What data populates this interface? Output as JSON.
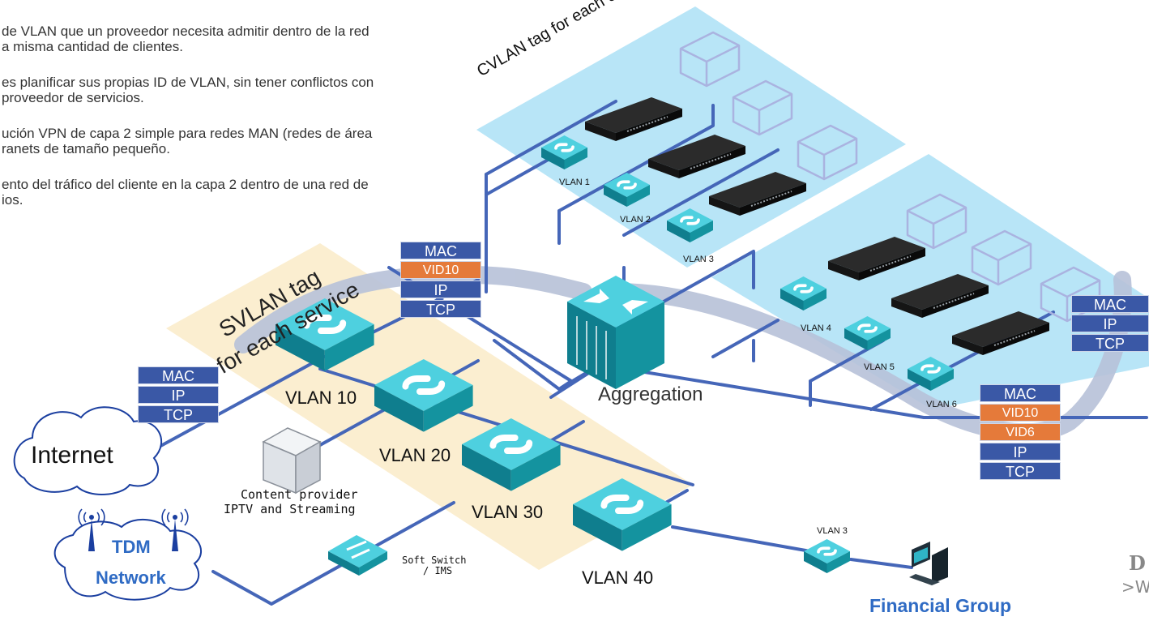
{
  "bullets": [
    {
      "l1": "de VLAN que un proveedor necesita admitir dentro de la red",
      "l2": "a misma cantidad de clientes."
    },
    {
      "l1": "es planificar sus propias ID de VLAN, sin tener conflictos con",
      "l2": "proveedor de servicios."
    },
    {
      "l1": "ución VPN de capa 2 simple para redes MAN (redes de área",
      "l2": "ranets de tamaño pequeño."
    },
    {
      "l1": "ento del tráfico del cliente en la capa 2 dentro de una red de",
      "l2": "ios."
    }
  ],
  "cvlan_title": "CVLAN tag for each client",
  "svlan_title": {
    "l1": "SVLAN tag",
    "l2": "for each service"
  },
  "cvlan_labels": [
    "VLAN 1",
    "VLAN 2",
    "VLAN 3",
    "VLAN 4",
    "VLAN 5",
    "VLAN 6"
  ],
  "svlan_labels": [
    "VLAN 10",
    "VLAN 20",
    "VLAN 30",
    "VLAN 40"
  ],
  "aggregation": "Aggregation",
  "internet": "Internet",
  "tdm": {
    "l1": "TDM",
    "l2": "Network"
  },
  "content_provider": {
    "l1": "Content provider",
    "l2": "IPTV and Streaming"
  },
  "soft_switch": {
    "l1": "Soft Switch",
    "l2": "/ IMS"
  },
  "financial": {
    "title": "Financial Group",
    "vlan": "VLAN 3"
  },
  "tag_stacks": {
    "internet": [
      "MAC",
      "IP",
      "TCP"
    ],
    "svlan": [
      "MAC",
      "VID10",
      "IP",
      "TCP"
    ],
    "qinq": [
      "MAC",
      "VID10",
      "VID6",
      "IP",
      "TCP"
    ],
    "client": [
      "MAC",
      "IP",
      "TCP"
    ]
  },
  "brand_partial": {
    "l1": "D",
    "l2": ">WI"
  },
  "colors": {
    "tag_blue": "#3a58a6",
    "tag_orange": "#e57a3a",
    "teal": "#1aa6b7",
    "line": "#4566b8",
    "cvlan_bg": "#b8e5f7",
    "svlan_bg": "#fbeed0"
  },
  "icons": [
    "switch-icon",
    "house-icon",
    "cloud-icon",
    "antenna-icon",
    "server-icon",
    "router-icon",
    "computer-icon"
  ]
}
